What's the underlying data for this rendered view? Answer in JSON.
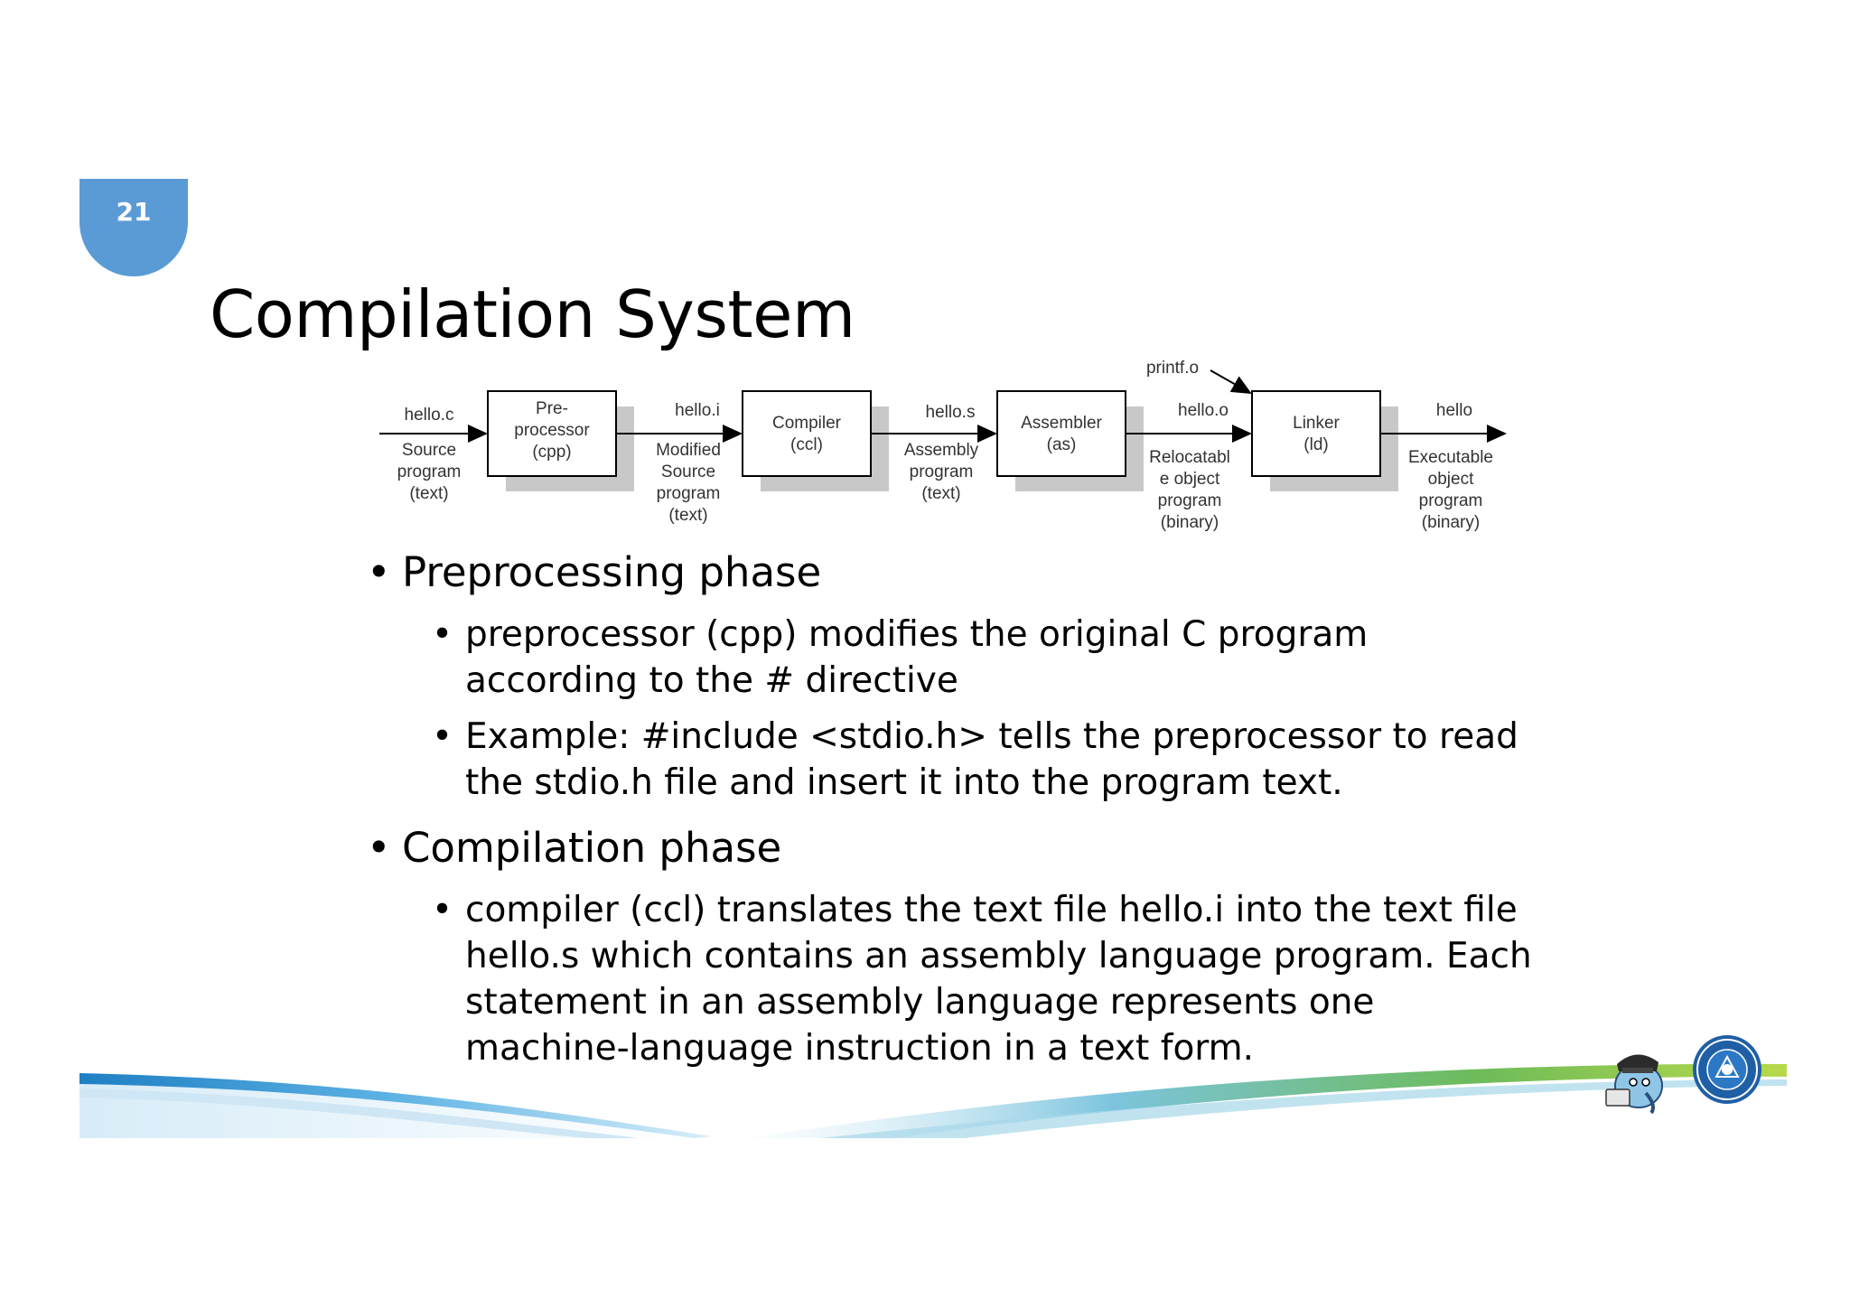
{
  "slide": {
    "number": "21",
    "title": "Compilation System"
  },
  "diagram": {
    "boxes": [
      {
        "line1": "Pre-",
        "line2": "processor",
        "line3": "(cpp)"
      },
      {
        "line1": "Compiler",
        "line2": "(ccl)"
      },
      {
        "line1": "Assembler",
        "line2": "(as)"
      },
      {
        "line1": "Linker",
        "line2": "(ld)"
      }
    ],
    "files": [
      {
        "name": "hello.c",
        "desc": [
          "Source",
          "program",
          "(text)"
        ]
      },
      {
        "name": "hello.i",
        "desc": [
          "Modified",
          "Source",
          "program",
          "(text)"
        ]
      },
      {
        "name": "hello.s",
        "desc": [
          "Assembly",
          "program",
          "(text)"
        ]
      },
      {
        "name": "hello.o",
        "desc": [
          "Relocatabl",
          "e object",
          "program",
          "(binary)"
        ]
      },
      {
        "name": "hello",
        "desc": [
          "Executable",
          "object",
          "program",
          "(binary)"
        ]
      }
    ],
    "extra_input": "printf.o"
  },
  "bullets": {
    "b1": {
      "heading": "Preprocessing phase",
      "sub1": [
        "preprocessor (cpp) modifies the original C program",
        "according to the # directive"
      ],
      "sub2": [
        "Example: #include <stdio.h> tells the preprocessor to read",
        "the stdio.h file and insert it into the program text."
      ]
    },
    "b2": {
      "heading": "Compilation phase",
      "sub1": [
        "compiler (ccl) translates the text file hello.i into the text file",
        "hello.s which contains an assembly language program. Each",
        "statement in an assembly language represents one",
        "machine-language instruction in a text form."
      ]
    },
    "bullet_char": "•"
  },
  "colors": {
    "accent": "#5b9bd5",
    "shadow": "#c8c8c8",
    "band_blue": "#1e7fc4",
    "band_green": "#8cc63f"
  },
  "icons": [
    "mascot-icon",
    "institution-seal-icon"
  ]
}
